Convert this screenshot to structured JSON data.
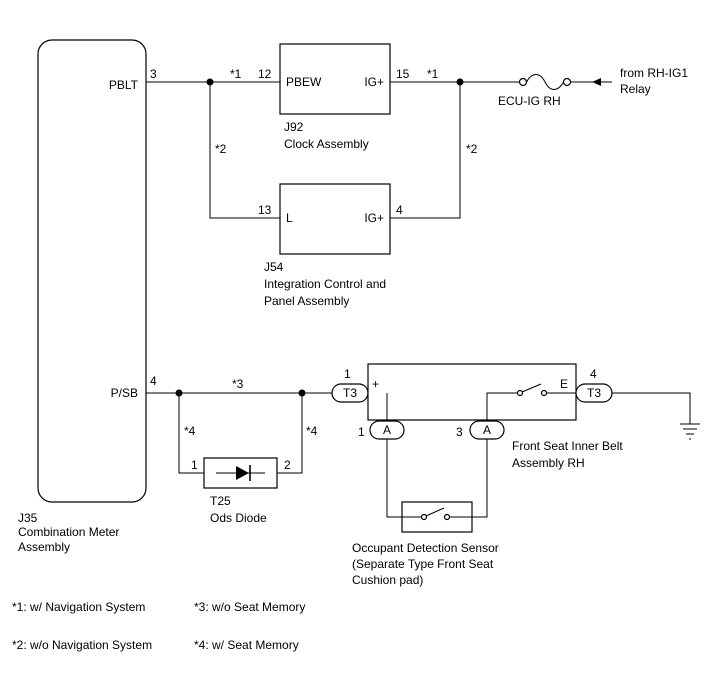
{
  "meter": {
    "id": "J35",
    "name_line1": "Combination Meter",
    "name_line2": "Assembly",
    "pin_pblt_name": "PBLT",
    "pin_pblt_no": "3",
    "pin_psb_name": "P/SB",
    "pin_psb_no": "4"
  },
  "clock": {
    "id": "J92",
    "name": "Clock Assembly",
    "pin_left_no": "12",
    "pin_left_name": "PBEW",
    "pin_right_no": "15",
    "pin_right_name": "IG+"
  },
  "integration": {
    "id": "J54",
    "name_line1": "Integration Control and",
    "name_line2": "Panel Assembly",
    "pin_left_no": "13",
    "pin_left_name": "L",
    "pin_right_no": "4",
    "pin_right_name": "IG+"
  },
  "fuse": {
    "name": "ECU-IG RH",
    "source_line1": "from RH-IG1",
    "source_line2": "Relay"
  },
  "diode": {
    "id": "T25",
    "name": "Ods Diode",
    "pin1": "1",
    "pin2": "2"
  },
  "belt": {
    "name_line1": "Front Seat Inner Belt",
    "name_line2": "Assembly RH",
    "conn_t3": "T3",
    "conn_a": "A",
    "pin_plus": "+",
    "pin_e": "E",
    "t3_pin1": "1",
    "t3_pin4": "4",
    "a_pin1": "1",
    "a_pin3": "3"
  },
  "sensor": {
    "line1": "Occupant Detection Sensor",
    "line2": "(Separate Type Front Seat",
    "line3": "Cushion pad)"
  },
  "markers": {
    "m1": "*1",
    "m2": "*2",
    "m3": "*3",
    "m4": "*4"
  },
  "legend": {
    "n1": "*1: w/ Navigation System",
    "n2": "*2: w/o Navigation System",
    "n3": "*3: w/o Seat Memory",
    "n4": "*4: w/ Seat Memory"
  }
}
